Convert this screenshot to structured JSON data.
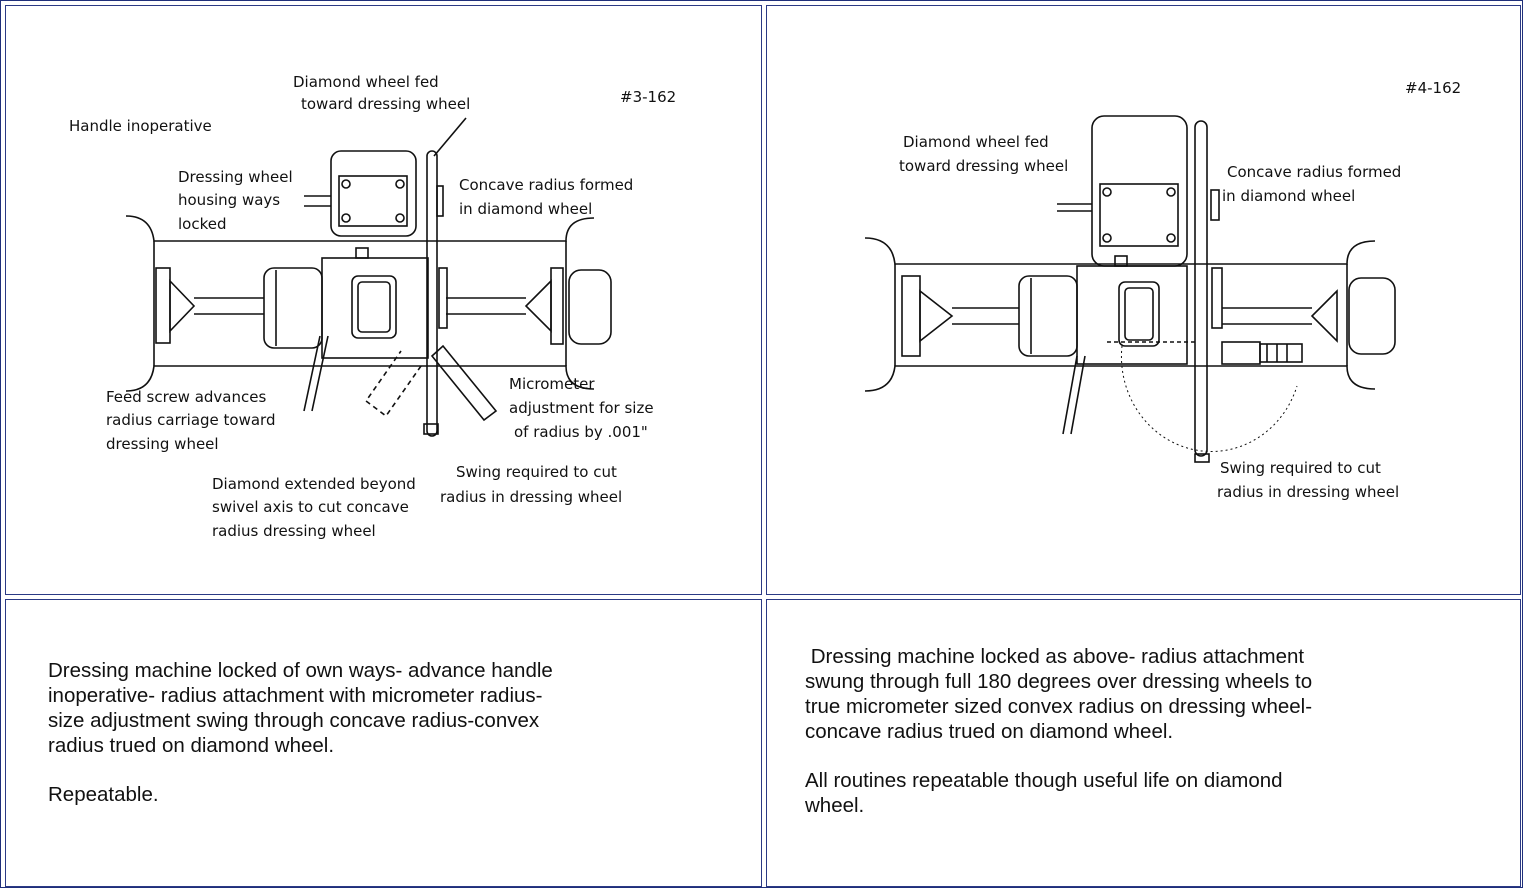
{
  "figure_left": {
    "id": "#3-162",
    "labels": {
      "diamond_fed_1": "Diamond wheel fed",
      "diamond_fed_2": "toward dressing wheel",
      "handle": "Handle inoperative",
      "housing_1": "Dressing wheel",
      "housing_2": "housing ways",
      "housing_3": "locked",
      "concave_1": "Concave radius formed",
      "concave_2": "in diamond wheel",
      "feed_1": "Feed screw advances",
      "feed_2": "radius carriage toward",
      "feed_3": "dressing wheel",
      "micro_1": "Micrometer",
      "micro_2": "adjustment for size",
      "micro_3": "of radius by .001\"",
      "diamond_ext_1": "Diamond extended beyond",
      "diamond_ext_2": "swivel axis to cut concave",
      "diamond_ext_3": "radius dressing wheel",
      "swing_1": "Swing required to cut",
      "swing_2": "radius in dressing wheel"
    }
  },
  "figure_right": {
    "id": "#4-162",
    "labels": {
      "diamond_fed_1": "Diamond wheel fed",
      "diamond_fed_2": "toward dressing wheel",
      "concave_1": "Concave radius formed",
      "concave_2": "in diamond wheel",
      "swing_1": "Swing required to cut",
      "swing_2": "radius in dressing wheel"
    }
  },
  "caption_left": {
    "line1": "Dressing machine locked of own ways- advance handle",
    "line2": "inoperative- radius attachment with micrometer radius-",
    "line3": "size adjustment swing through concave radius-convex",
    "line4": "radius trued on diamond wheel.",
    "line5": "Repeatable."
  },
  "caption_right": {
    "line1": " Dressing machine locked as above- radius attachment",
    "line2": "swung through full 180 degrees over dressing wheels to",
    "line3": "true micrometer sized convex radius on dressing wheel-",
    "line4": "concave radius trued on diamond wheel.",
    "line5": "All routines repeatable though useful life on diamond",
    "line6": "wheel."
  }
}
